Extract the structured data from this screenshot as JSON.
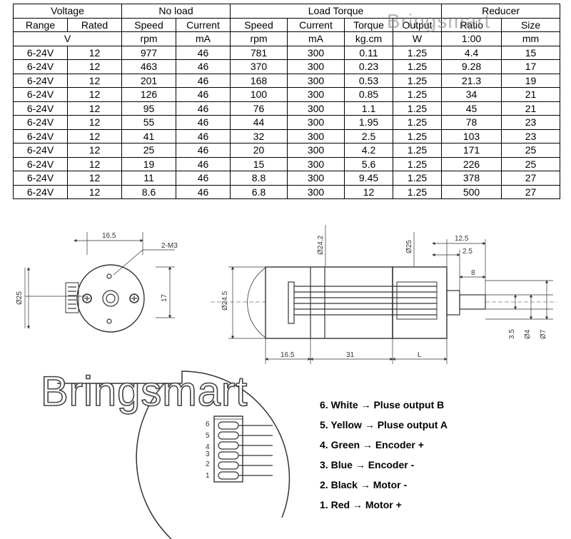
{
  "table": {
    "group_headers": [
      "Voltage",
      "No load",
      "Load Torque",
      "Reducer"
    ],
    "columns": [
      "Range",
      "Rated",
      "Speed",
      "Current",
      "Speed",
      "Current",
      "Torque",
      "Output",
      "Ratio",
      "Size"
    ],
    "units": [
      "V",
      "rpm",
      "mA",
      "rpm",
      "mA",
      "kg.cm",
      "W",
      "1:00",
      "mm"
    ],
    "rows": [
      [
        "6-24V",
        "12",
        "977",
        "46",
        "781",
        "300",
        "0.11",
        "1.25",
        "4.4",
        "15"
      ],
      [
        "6-24V",
        "12",
        "463",
        "46",
        "370",
        "300",
        "0.23",
        "1.25",
        "9.28",
        "17"
      ],
      [
        "6-24V",
        "12",
        "201",
        "46",
        "168",
        "300",
        "0.53",
        "1.25",
        "21.3",
        "19"
      ],
      [
        "6-24V",
        "12",
        "126",
        "46",
        "100",
        "300",
        "0.85",
        "1.25",
        "34",
        "21"
      ],
      [
        "6-24V",
        "12",
        "95",
        "46",
        "76",
        "300",
        "1.1",
        "1.25",
        "45",
        "21"
      ],
      [
        "6-24V",
        "12",
        "55",
        "46",
        "44",
        "300",
        "1.95",
        "1.25",
        "78",
        "23"
      ],
      [
        "6-24V",
        "12",
        "41",
        "46",
        "32",
        "300",
        "2.5",
        "1.25",
        "103",
        "23"
      ],
      [
        "6-24V",
        "12",
        "25",
        "46",
        "20",
        "300",
        "4.2",
        "1.25",
        "171",
        "25"
      ],
      [
        "6-24V",
        "12",
        "19",
        "46",
        "15",
        "300",
        "5.6",
        "1.25",
        "226",
        "25"
      ],
      [
        "6-24V",
        "12",
        "11",
        "46",
        "8.8",
        "300",
        "9.45",
        "1.25",
        "378",
        "27"
      ],
      [
        "6-24V",
        "12",
        "8.6",
        "46",
        "6.8",
        "300",
        "12",
        "1.25",
        "500",
        "27"
      ]
    ]
  },
  "watermark": "Bringsmart",
  "front_view": {
    "width_dim": "16.5",
    "hole_label": "2-M3",
    "diameter": "Ø25",
    "height_dim": "17"
  },
  "side_view": {
    "diameter_body": "Ø24.5",
    "diameter_top": "Ø24.2",
    "diameter_gear": "Ø25",
    "dim_12_5": "12.5",
    "dim_2_5": "2.5",
    "dim_8": "8",
    "len_16_5": "16.5",
    "len_31": "31",
    "len_L": "L",
    "shaft_3_5": "3.5",
    "shaft_d4": "Ø4",
    "shaft_d7": "Ø7"
  },
  "connector_pins": [
    "6",
    "5",
    "4",
    "3",
    "2",
    "1"
  ],
  "wires": [
    {
      "pin": "6.",
      "color": "White",
      "arrow": "→",
      "function": "Pluse output  B"
    },
    {
      "pin": "5.",
      "color": "Yellow",
      "arrow": "→",
      "function": "Pluse output  A"
    },
    {
      "pin": "4.",
      "color": "Green",
      "arrow": "→",
      "function": "Encoder  +"
    },
    {
      "pin": "3.",
      "color": "Blue",
      "arrow": "→",
      "function": "Encoder  -"
    },
    {
      "pin": "2.",
      "color": "Black",
      "arrow": "→",
      "function": "Motor  -"
    },
    {
      "pin": "1.",
      "color": "Red",
      "arrow": "→",
      "function": "Motor  +"
    }
  ]
}
